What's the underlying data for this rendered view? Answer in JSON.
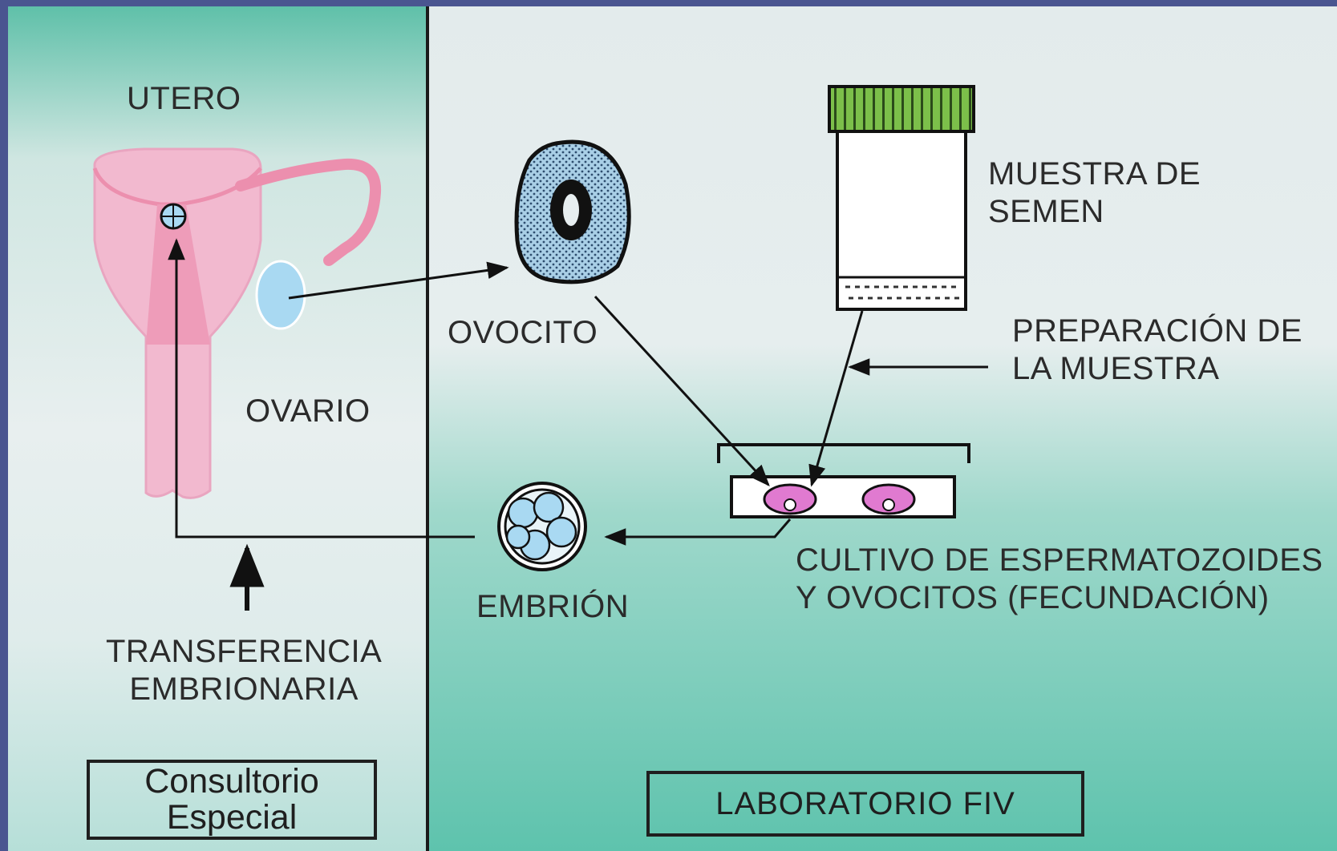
{
  "labels": {
    "utero": "UTERO",
    "ovario": "OVARIO",
    "ovocito": "OVOCITO",
    "muestra": [
      "MUESTRA DE",
      "SEMEN"
    ],
    "preparacion": [
      "PREPARACIÓN DE",
      "LA MUESTRA"
    ],
    "cultivo": [
      "CULTIVO DE ESPERMATOZOIDES",
      "Y OVOCITOS (FECUNDACIÓN)"
    ],
    "embrion": "EMBRIÓN",
    "transferencia": [
      "TRANSFERENCIA",
      "EMBRIONARIA"
    ]
  },
  "panels": {
    "consultorio": [
      "Consultorio",
      "Especial"
    ],
    "laboratorio": "LABORATORIO FIV"
  },
  "colors": {
    "frame": "#4a5590",
    "uterus": "#f2b9cf",
    "tube": "#ec8fae",
    "ovary": "#a9d9f2",
    "oocyte": "#a9cfe6",
    "lid": "#7cbf4a",
    "dish_cells": "#e07ad0"
  }
}
